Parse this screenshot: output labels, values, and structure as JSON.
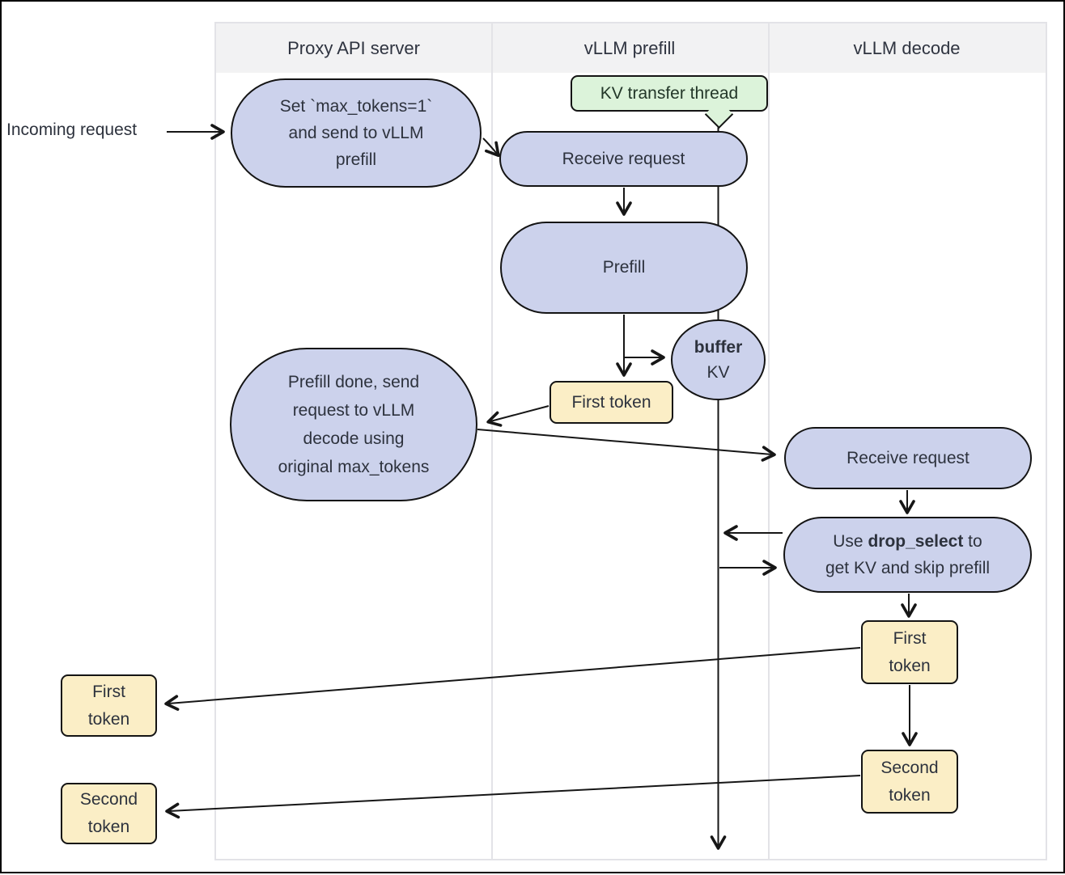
{
  "lanes": {
    "headers": [
      "Proxy API server",
      "vLLM prefill",
      "vLLM decode"
    ]
  },
  "labels": {
    "incoming": "Incoming request"
  },
  "nodes": {
    "proxy_set": {
      "text": "Set `max_tokens=1`\nand send to vLLM\nprefill"
    },
    "kv_thread": {
      "text": "KV transfer thread"
    },
    "receive_prefill": {
      "text": "Receive request"
    },
    "prefill": {
      "text": "Prefill"
    },
    "buffer": {
      "bold": "buffer",
      "rest": "\nKV"
    },
    "first_token_mid": {
      "text": "First token"
    },
    "prefill_done": {
      "text": "Prefill done, send\nrequest to vLLM\ndecode using\noriginal max_tokens"
    },
    "receive_decode": {
      "text": "Receive request"
    },
    "drop_select": {
      "pre": "Use ",
      "bold": "drop_select",
      "post": " to\nget KV and skip prefill"
    },
    "first_token_decode": {
      "text": "First\ntoken"
    },
    "second_token_decode": {
      "text": "Second\ntoken"
    },
    "first_token_client": {
      "text": "First\ntoken"
    },
    "second_token_client": {
      "text": "Second\ntoken"
    }
  },
  "colors": {
    "node_fill": "#ccd2ec",
    "node_border": "#141414",
    "token_fill": "#fbeec6",
    "thread_fill": "#dcf3da",
    "lane_header_fill": "#f2f2f3",
    "lane_border": "#e3e3e7",
    "text": "#2d323d",
    "edge": "#161616"
  }
}
